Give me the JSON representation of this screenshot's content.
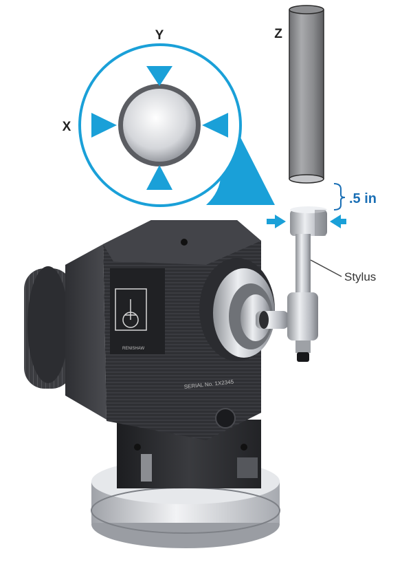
{
  "labels": {
    "y_axis": "Y",
    "x_axis": "X",
    "z_axis": "Z",
    "offset": ".5 in",
    "stylus": "Stylus",
    "serial": "SERIAL No. 1X2345",
    "brand": "RENISHAW"
  },
  "colors": {
    "accent": "#1aa0d8",
    "offset_text": "#1a6fb5",
    "label_text": "#222222",
    "probe_body": "#2a2b2e",
    "silver": "#c9ccd1"
  },
  "icons": [
    "arrow-up-icon",
    "arrow-down-icon",
    "arrow-left-icon",
    "arrow-right-icon",
    "renishaw-logo-icon"
  ]
}
